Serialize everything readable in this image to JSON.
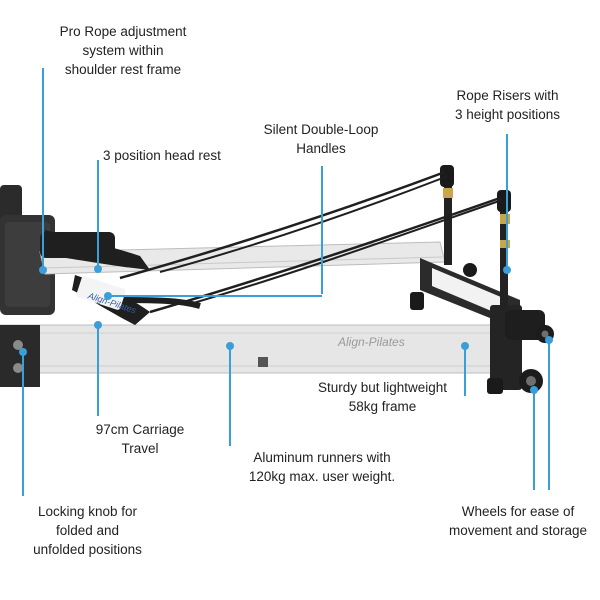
{
  "colors": {
    "leader": "#3a9fd8",
    "frame_aluminum": "#e6e6e6",
    "frame_dark": "#2b2b2b",
    "strap": "#1f1f1f",
    "text": "#222222"
  },
  "icons": [
    "reformer-machine-illustration",
    "leader-dot-icon"
  ],
  "logo_text": "Align-Pilates",
  "callouts": {
    "pro_rope": {
      "lines": [
        "Pro Rope adjustment",
        "system within",
        "shoulder rest frame"
      ]
    },
    "rope_risers": {
      "lines": [
        "Rope Risers with",
        "3 height positions"
      ]
    },
    "silent_handles": {
      "lines": [
        "Silent Double-Loop",
        "Handles"
      ]
    },
    "head_rest": {
      "lines": [
        "3 position head rest"
      ]
    },
    "sturdy_frame": {
      "lines": [
        "Sturdy but lightweight",
        "58kg frame"
      ]
    },
    "carriage_travel": {
      "lines": [
        "97cm Carriage",
        "Travel"
      ]
    },
    "aluminum_runners": {
      "lines": [
        "Aluminum runners with",
        "120kg max. user weight."
      ]
    },
    "locking_knob": {
      "lines": [
        "Locking knob for",
        "folded and",
        "unfolded positions"
      ]
    },
    "wheels": {
      "lines": [
        "Wheels for ease of",
        "movement and storage"
      ]
    }
  }
}
